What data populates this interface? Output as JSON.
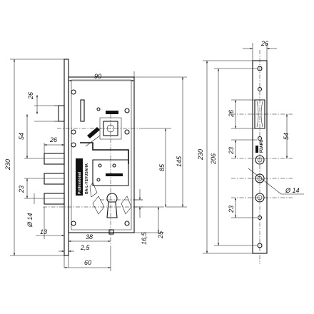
{
  "dimensions": {
    "d90": "90",
    "d26_top": "26",
    "d54_left": "54",
    "d26_mid": "26",
    "d23_left": "23",
    "d14_left": "Ø 14",
    "d13": "13",
    "d38": "38",
    "d2_5": "2,5",
    "d60": "60",
    "d16_5": "16,5",
    "d25": "25",
    "d85": "85",
    "d145": "145",
    "d230_left": "230",
    "d26_right_top": "26",
    "d26_right": "26",
    "d54_right": "54",
    "d23_right_a": "23",
    "d23_right_b": "23",
    "d14_right": "Ø 14",
    "d206": "206",
    "d230_right": "230"
  },
  "brand": {
    "side_label": "Professional",
    "side_sub": "BA-L-YEVUSAHA",
    "front_label": "FUARO"
  }
}
